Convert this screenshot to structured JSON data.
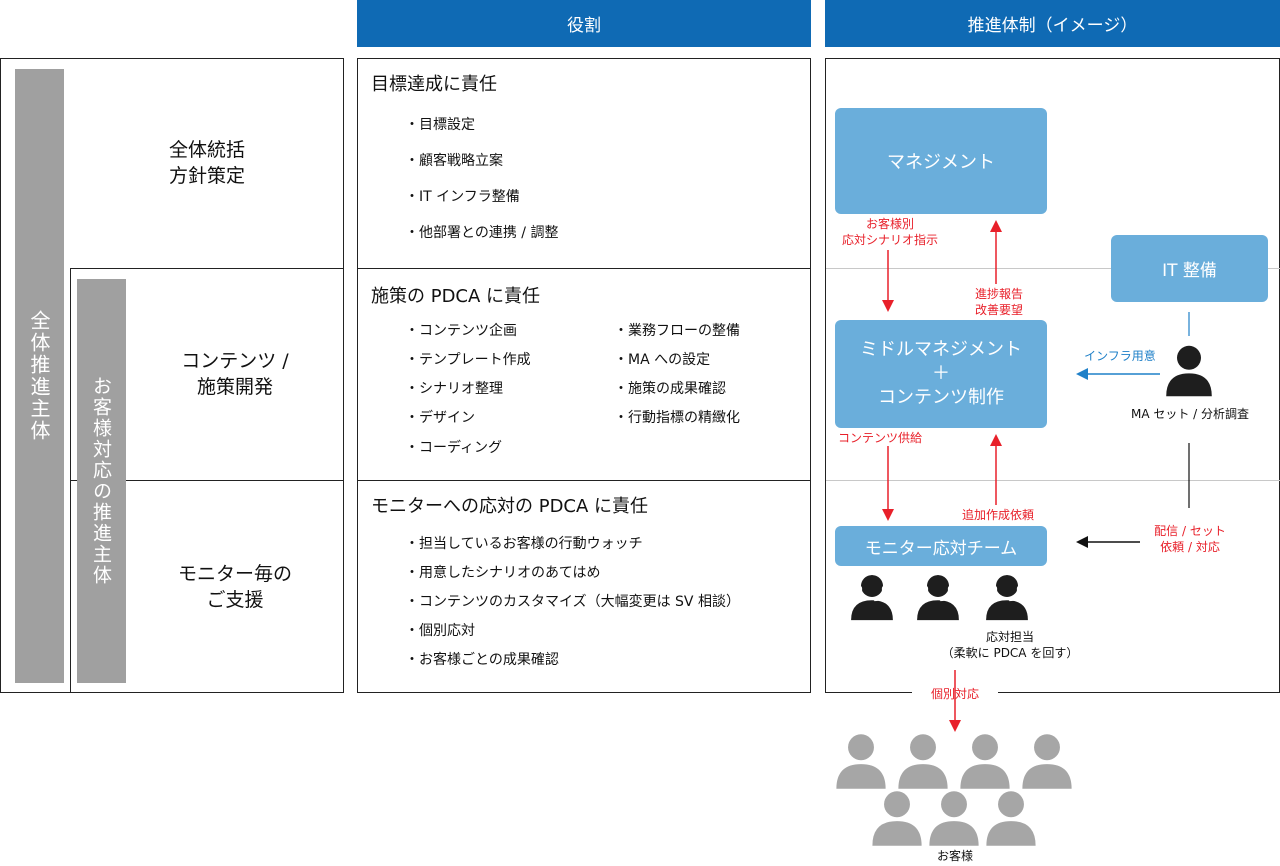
{
  "headers": {
    "role": "役割",
    "structure": "推進体制（イメージ）"
  },
  "left": {
    "outer_bar": "全体推進主体",
    "inner_bar": "お客様対応の推進主体",
    "row1_label": "全体統括\n方針策定",
    "row2_label": "コンテンツ /\n施策開発",
    "row3_label": "モニター毎の\nご支援"
  },
  "roles": {
    "s1": {
      "title": "目標達成に責任",
      "items": [
        "・目標設定",
        "・顧客戦略立案",
        "・IT インフラ整備",
        "・他部署との連携 / 調整"
      ]
    },
    "s2": {
      "title": "施策の PDCA に責任",
      "col1": [
        "・コンテンツ企画",
        "・テンプレート作成",
        "・シナリオ整理",
        "・デザイン",
        "・コーディング"
      ],
      "col2": [
        "・業務フローの整備",
        "・MA への設定",
        "・施策の成果確認",
        "・行動指標の精緻化"
      ]
    },
    "s3": {
      "title": "モニターへの応対の PDCA に責任",
      "items": [
        "・担当しているお客様の行動ウォッチ",
        "・用意したシナリオのあてはめ",
        "・コンテンツのカスタマイズ（大幅変更は SV 相談）",
        "・個別応対",
        "・お客様ごとの成果確認"
      ]
    }
  },
  "diagram": {
    "management": "マネジメント",
    "middle": "ミドルマネジメント\n＋\nコンテンツ制作",
    "monitor_team": "モニター応対チーム",
    "it": "IT 整備",
    "ma_label": "MA セット / 分析調査",
    "infra_label": "インフラ用意",
    "scenario_label": "お客様別\n応対シナリオ指示",
    "report_label": "進捗報告\n改善要望",
    "supply_label": "コンテンツ供給",
    "request_label": "追加作成依頼",
    "delivery_label": "配信 / セット\n依頼 / 対応",
    "operator_label": "応対担当\n（柔軟に PDCA を回す）",
    "individual_label": "個別対応",
    "customer_label": "お客様"
  },
  "colors": {
    "header": "#0f6ab4",
    "box_blue": "#6aaedb",
    "red": "#e8202a",
    "gray_bar": "#a0a0a0",
    "person_dark": "#1e1e1e",
    "person_gray": "#a6a6a6"
  }
}
